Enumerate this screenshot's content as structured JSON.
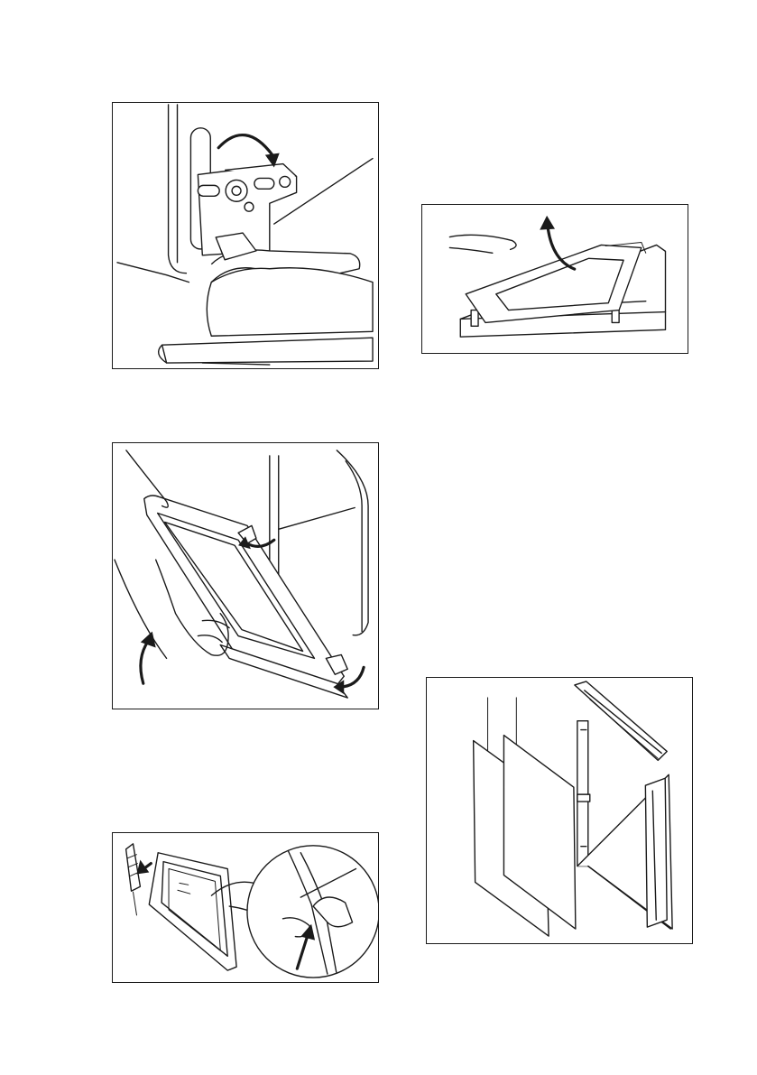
{
  "figures": [
    {
      "id": "fig-hinge-lever",
      "subject": "hinge-lever-icon"
    },
    {
      "id": "fig-lift-door",
      "subject": "door-removal-icon"
    },
    {
      "id": "fig-remove-trim",
      "subject": "door-trim-icon"
    },
    {
      "id": "fig-remove-glass",
      "subject": "glass-panel-icon"
    },
    {
      "id": "fig-glass-stack",
      "subject": "glass-panels-icon"
    }
  ],
  "colors": {
    "line": "#1a1a1a",
    "paper": "#ffffff"
  }
}
